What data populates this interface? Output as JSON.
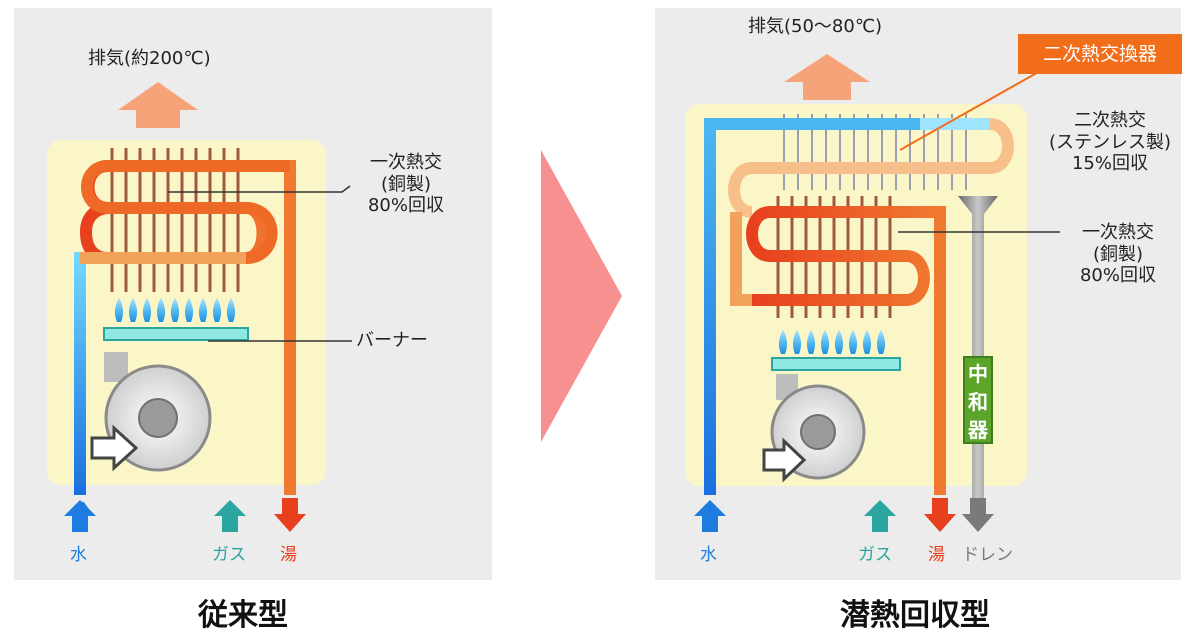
{
  "left": {
    "exhaust": "排気(約200℃)",
    "primary_hx": [
      "一次熱交",
      "(銅製)",
      "80%回収"
    ],
    "burner": "バーナー",
    "bottom": {
      "water": "水",
      "gas": "ガス",
      "hot_water": "湯"
    },
    "caption": "従来型"
  },
  "right": {
    "exhaust": "排気(50〜80℃)",
    "secondary_badge": "二次熱交換器",
    "secondary_hx": [
      "二次熱交",
      "(ステンレス製)",
      "15%回収"
    ],
    "primary_hx": [
      "一次熱交",
      "(銅製)",
      "80%回収"
    ],
    "neutralizer": "中和器",
    "bottom": {
      "water": "水",
      "gas": "ガス",
      "hot_water": "湯",
      "drain": "ドレン"
    },
    "caption": "潜熱回収型"
  },
  "colors": {
    "water": "#1e7be0",
    "gas": "#2aa5a0",
    "hot_water": "#e8401e",
    "drain": "#7a7a7a",
    "exhaust_arrow": "#f7a37a",
    "housing": "#fbf6c8",
    "badge": "#f26d1a",
    "neutralizer": "#5aa52a",
    "middle_arrow": "#f79090"
  }
}
